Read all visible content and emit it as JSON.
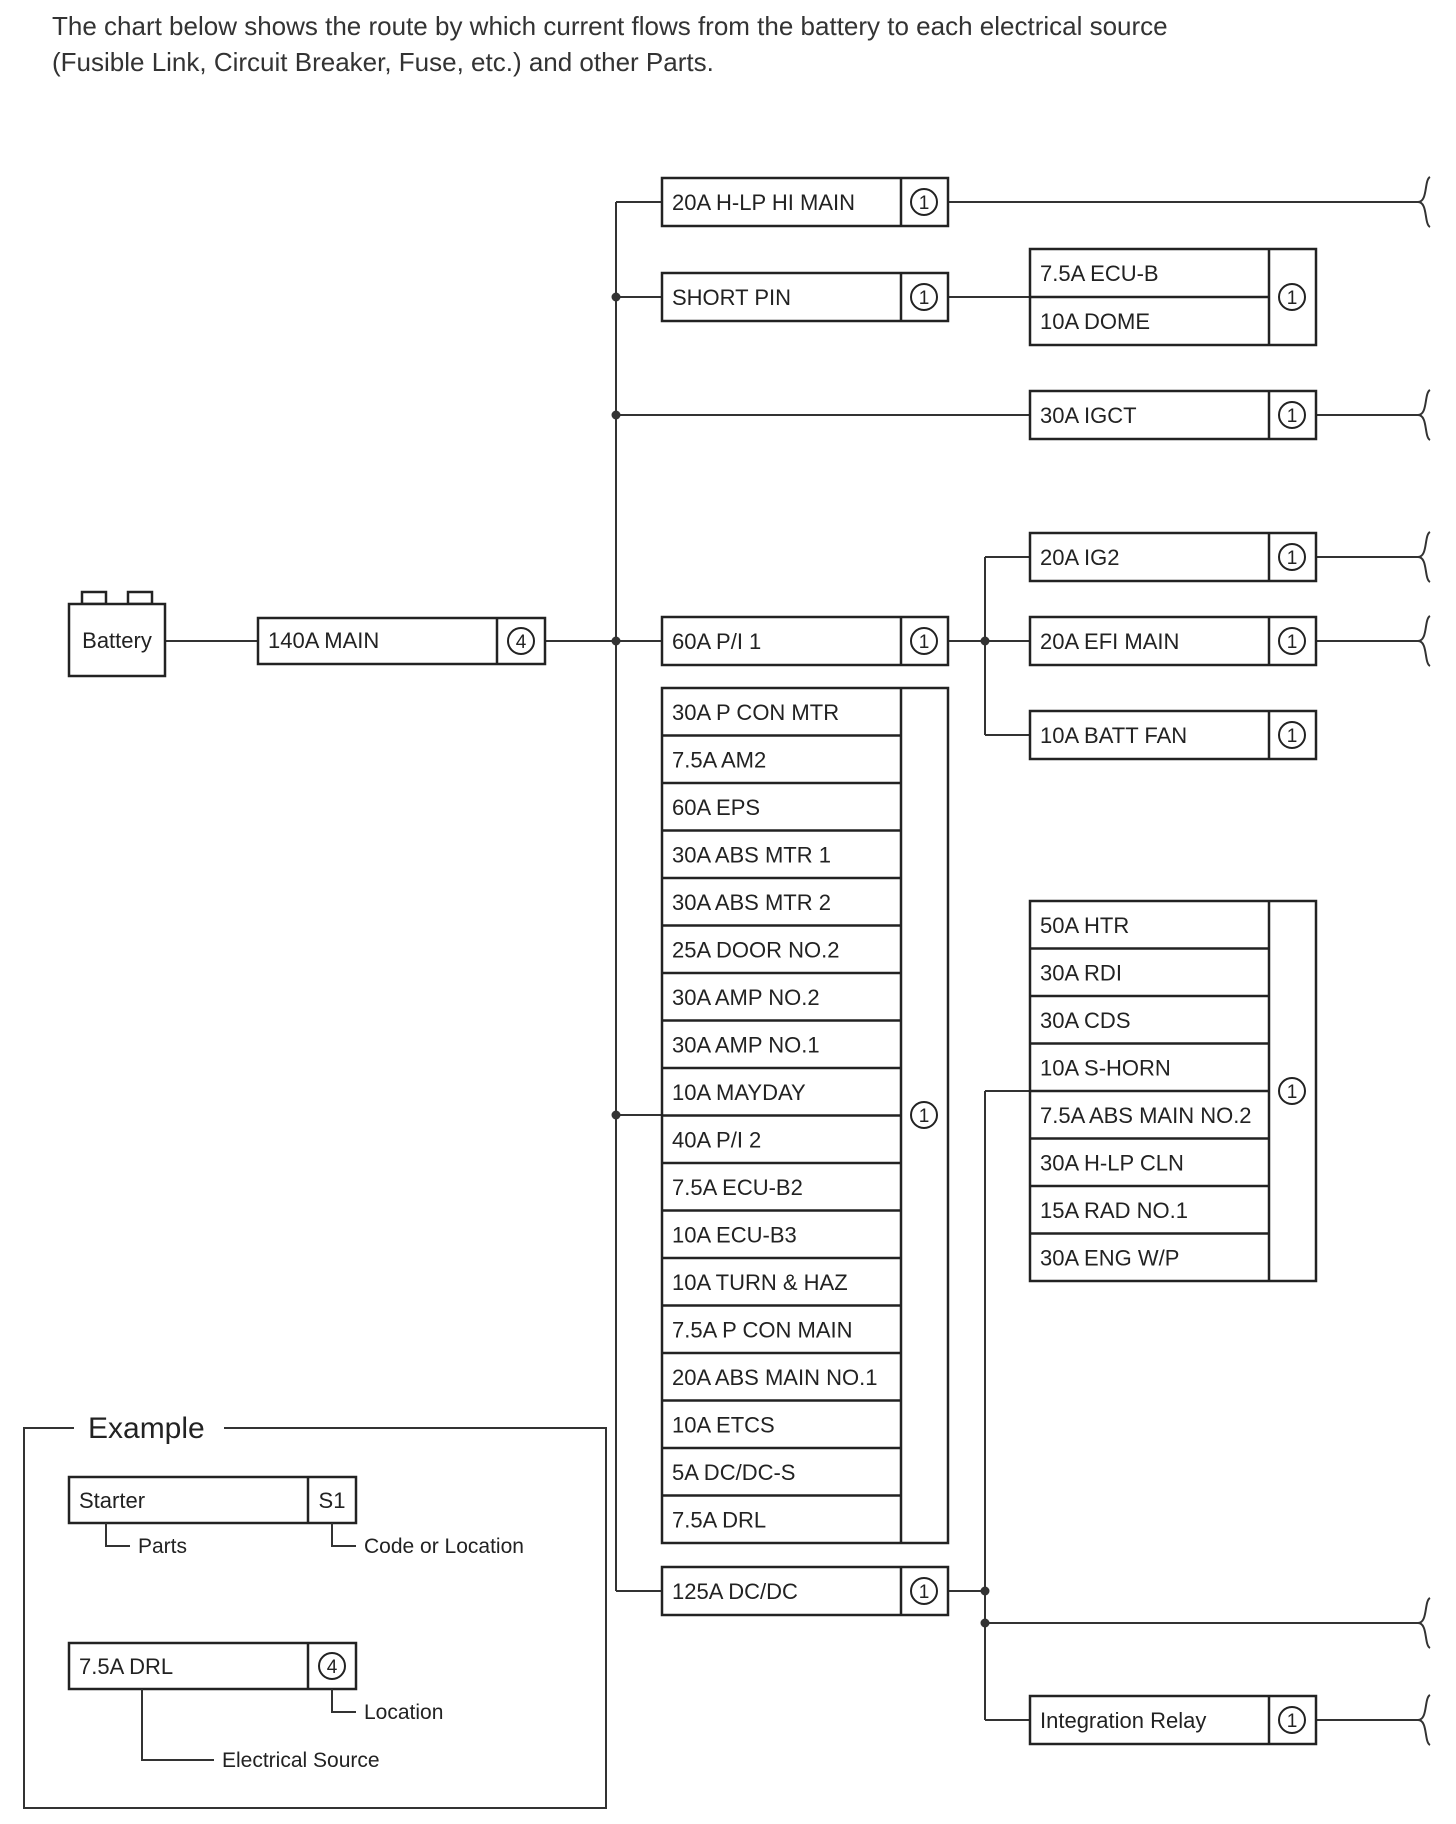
{
  "intro_line1": "The chart below shows the route by which current flows from the battery to each electrical source",
  "intro_line2": "(Fusible Link, Circuit Breaker, Fuse, etc.) and other Parts.",
  "battery": "Battery",
  "main_link": {
    "label": "140A MAIN",
    "loc": "4"
  },
  "b_hlp": {
    "label": "20A H-LP HI MAIN",
    "loc": "1"
  },
  "b_short": {
    "label": "SHORT PIN",
    "loc": "1"
  },
  "b_ecu": {
    "rows": [
      "7.5A ECU-B",
      "10A DOME"
    ],
    "loc": "1"
  },
  "b_igct": {
    "label": "30A IGCT",
    "loc": "1"
  },
  "b_pi1": {
    "label": "60A P/I 1",
    "loc": "1"
  },
  "b_ig2": {
    "label": "20A IG2",
    "loc": "1"
  },
  "b_efi": {
    "label": "20A EFI MAIN",
    "loc": "1"
  },
  "b_batt": {
    "label": "10A BATT FAN",
    "loc": "1"
  },
  "b_big": {
    "rows": [
      "30A P CON MTR",
      "7.5A AM2",
      "60A EPS",
      "30A ABS MTR 1",
      "30A ABS MTR 2",
      "25A DOOR NO.2",
      "30A AMP NO.2",
      "30A AMP NO.1",
      "10A MAYDAY",
      "40A P/I 2",
      "7.5A ECU-B2",
      "10A ECU-B3",
      "10A TURN & HAZ",
      "7.5A P CON MAIN",
      "20A ABS MAIN NO.1",
      "10A ETCS",
      "5A DC/DC-S",
      "7.5A DRL"
    ],
    "loc": "1"
  },
  "b_htr": {
    "rows": [
      "50A HTR",
      "30A RDI",
      "30A CDS",
      "10A S-HORN",
      "7.5A ABS MAIN NO.2",
      "30A H-LP CLN",
      "15A RAD NO.1",
      "30A ENG W/P"
    ],
    "loc": "1"
  },
  "b_dcdc": {
    "label": "125A DC/DC",
    "loc": "1"
  },
  "b_integ": {
    "label": "Integration Relay",
    "loc": "1"
  },
  "example": {
    "title": "Example",
    "parts_box": {
      "label": "Starter",
      "code": "S1"
    },
    "parts_note": "Parts",
    "code_note": "Code or Location",
    "source_box": {
      "label": "7.5A DRL",
      "loc": "4"
    },
    "location_note": "Location",
    "source_note": "Electrical Source"
  }
}
